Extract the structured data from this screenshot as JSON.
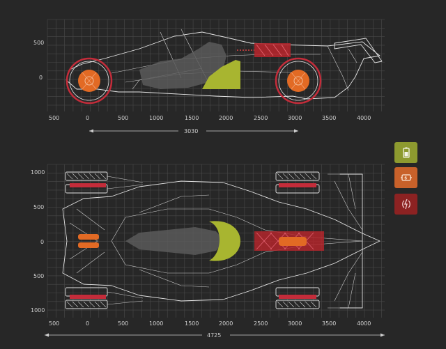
{
  "side_view": {
    "y_ticks": [
      "500",
      "0"
    ],
    "x_ticks": [
      "500",
      "0",
      "500",
      "1000",
      "1500",
      "2000",
      "2500",
      "3000",
      "3500",
      "4000"
    ],
    "wheelbase_label": "3030"
  },
  "top_view": {
    "y_ticks": [
      "1000",
      "500",
      "0",
      "500",
      "1000"
    ],
    "x_ticks": [
      "500",
      "0",
      "500",
      "1000",
      "1500",
      "2000",
      "2500",
      "3000",
      "3500",
      "4000"
    ],
    "length_label": "4725"
  },
  "legend": [
    {
      "icon": "battery-icon",
      "color": "#8d9a2f"
    },
    {
      "icon": "motor-icon",
      "color": "#c8612a"
    },
    {
      "icon": "power-electronics-icon",
      "color": "#8c2222"
    }
  ],
  "colors": {
    "battery": "#a8b530",
    "motor": "#e26a24",
    "inverter": "#b3262c",
    "wheel_brake": "#c42c3a",
    "line": "#e6e6e6",
    "grid": "#4a4a4a"
  }
}
